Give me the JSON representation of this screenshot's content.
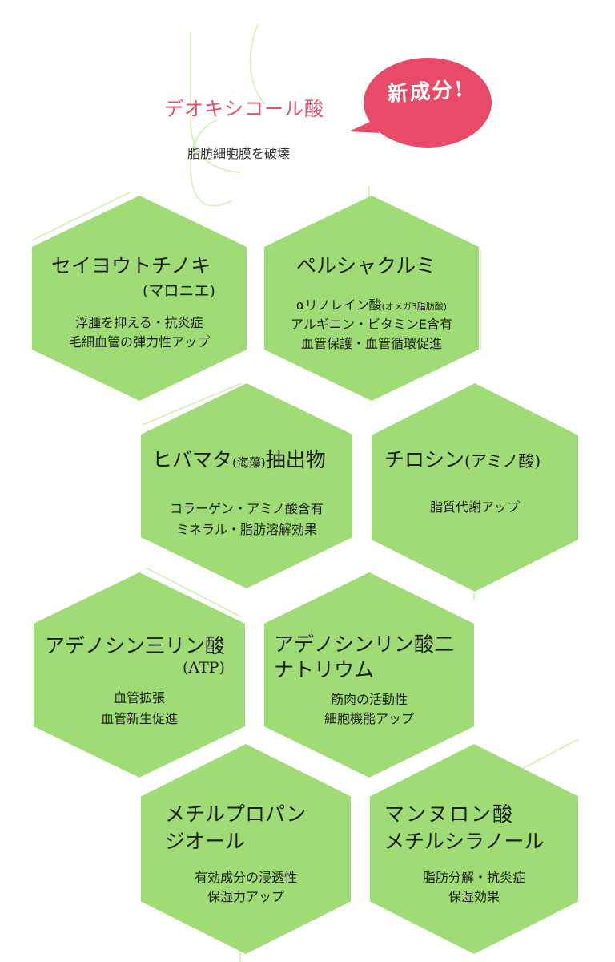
{
  "header": {
    "title": "デオキシコール酸",
    "subtitle": "脂肪細胞膜を破壊",
    "badge": "新成分!"
  },
  "colors": {
    "hex_fill": "#9fdc76",
    "accent": "#e8506a",
    "line": "#c6ec9f"
  },
  "ingredients": [
    {
      "title": "セイヨウトチノキ",
      "sub": "(マロニエ)",
      "desc1": "浮腫を抑える・抗炎症",
      "desc2": "毛細血管の弾力性アップ"
    },
    {
      "title": "ペルシャクルミ",
      "desc0": "αリノレイン酸",
      "desc0_small": "(オメガ3脂肪酸)",
      "desc1": "アルギニン・ビタミンE含有",
      "desc2": "血管保護・血管循環促進"
    },
    {
      "title": "ヒバマタ",
      "title_small": "(海藻)",
      "title_tail": "抽出物",
      "desc1": "コラーゲン・アミノ酸含有",
      "desc2": "ミネラル・脂肪溶解効果"
    },
    {
      "title": "チロシン",
      "title_small": "(アミノ酸)",
      "desc1": "脂質代謝アップ"
    },
    {
      "title": "アデノシン三リン酸",
      "sub": "(ATP)",
      "desc1": "血管拡張",
      "desc2": "血管新生促進"
    },
    {
      "title": "アデノシンリン酸二",
      "title2": "ナトリウム",
      "desc1": "筋肉の活動性",
      "desc2": "細胞機能アップ"
    },
    {
      "title": "メチルプロパン",
      "title2": "ジオール",
      "desc1": "有効成分の浸透性",
      "desc2": "保湿力アップ"
    },
    {
      "title": "マンヌロン酸",
      "title2": "メチルシラノール",
      "desc1": "脂肪分解・抗炎症",
      "desc2": "保湿効果"
    }
  ]
}
